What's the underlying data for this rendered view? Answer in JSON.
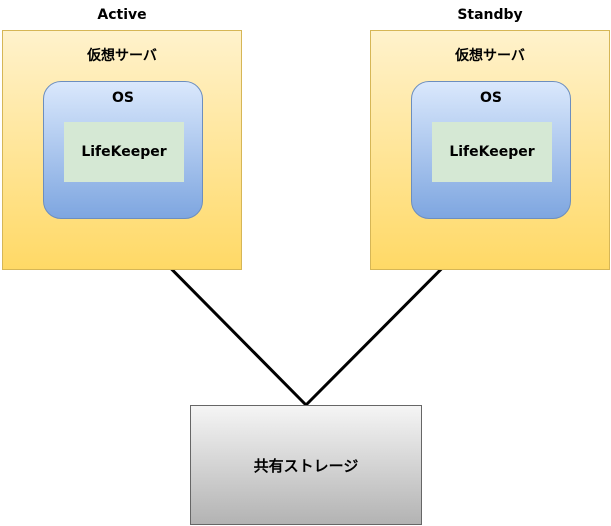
{
  "nodes": {
    "active": {
      "role": "Active",
      "vm_label": "仮想サーバ",
      "os_label": "OS",
      "app_label": "LifeKeeper"
    },
    "standby": {
      "role": "Standby",
      "vm_label": "仮想サーバ",
      "os_label": "OS",
      "app_label": "LifeKeeper"
    }
  },
  "storage": {
    "label": "共有ストレージ"
  },
  "colors": {
    "vm_fill": "#ffd966",
    "vm_border": "#d6b656",
    "os_fill": "#7ea6e0",
    "os_border": "#6c8ebf",
    "app_fill": "#d5e8d4",
    "storage_fill": "#b3b3b3",
    "connector": "#000000"
  }
}
